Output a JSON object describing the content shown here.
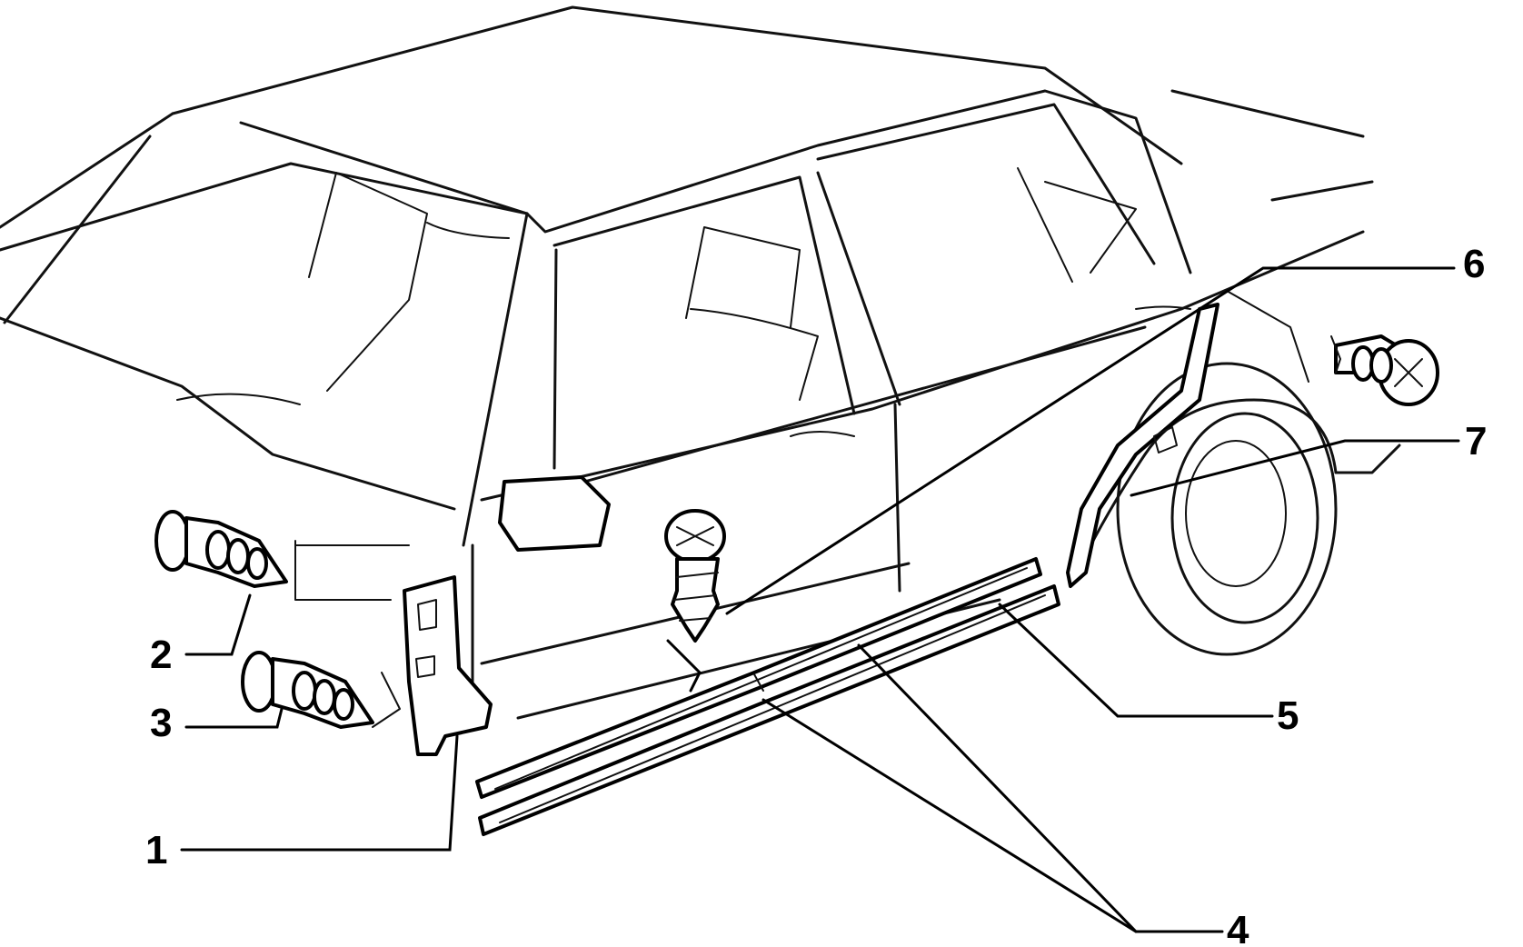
{
  "callouts": {
    "c1": "1",
    "c2": "2",
    "c3": "3",
    "c4": "4",
    "c5": "5",
    "c6": "6",
    "c7": "7"
  },
  "colors": {
    "line": "#111111",
    "background": "#ffffff"
  }
}
